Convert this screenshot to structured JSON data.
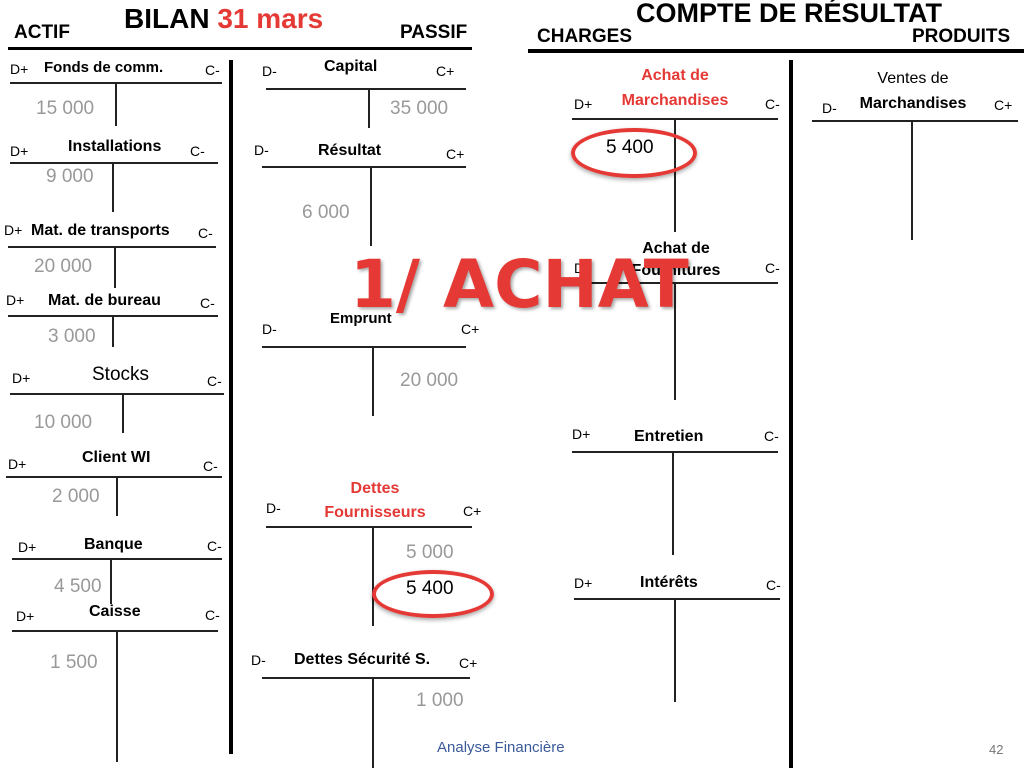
{
  "headers": {
    "actif": "ACTIF",
    "bilan": "BILAN",
    "bilan_date": "31 mars",
    "passif": "PASSIF",
    "compte_resultat": "COMPTE DE RÉSULTAT",
    "charges": "CHARGES",
    "produits": "PRODUITS"
  },
  "signs": {
    "d_plus": "D+",
    "d_minus": "D-",
    "c_plus": "C+",
    "c_minus": "C-"
  },
  "actif_accounts": [
    {
      "name": "Fonds de comm.",
      "value": "15 000"
    },
    {
      "name": "Installations",
      "value": "9 000"
    },
    {
      "name": "Mat. de transports",
      "value": "20 000"
    },
    {
      "name": "Mat. de bureau",
      "value": "3 000"
    },
    {
      "name": "Stocks",
      "value": "10 000"
    },
    {
      "name": "Client WI",
      "value": "2 000"
    },
    {
      "name": "Banque",
      "value": "4 500"
    },
    {
      "name": "Caisse",
      "value": "1 500"
    }
  ],
  "passif_accounts": [
    {
      "name": "Capital",
      "value": "35 000"
    },
    {
      "name": "Résultat",
      "value": "6 000"
    },
    {
      "name": "Emprunt",
      "value": "20 000"
    },
    {
      "name": "Dettes Fournisseurs",
      "name_line1": "Dettes",
      "name_line2": "Fournisseurs",
      "value": "5 000",
      "value_new": "5 400"
    },
    {
      "name": "Dettes Sécurité S.",
      "value": "1 000"
    }
  ],
  "charges_accounts": [
    {
      "name_line1": "Achat de",
      "name_line2": "Marchandises",
      "value": "5 400"
    },
    {
      "name_line1": "Achat de",
      "name_line2": "Fournitures"
    },
    {
      "name": "Entretien"
    },
    {
      "name": "Intérêts"
    }
  ],
  "produits_accounts": [
    {
      "name_line1": "Ventes de",
      "name_line2": "Marchandises"
    }
  ],
  "overlay_title": "1/ ACHAT",
  "footer": {
    "text": "Analyse Financière",
    "page": "42"
  },
  "colors": {
    "accent_red": "#e53935",
    "value_gray": "#999999",
    "footer_blue": "#3a5a9a"
  }
}
